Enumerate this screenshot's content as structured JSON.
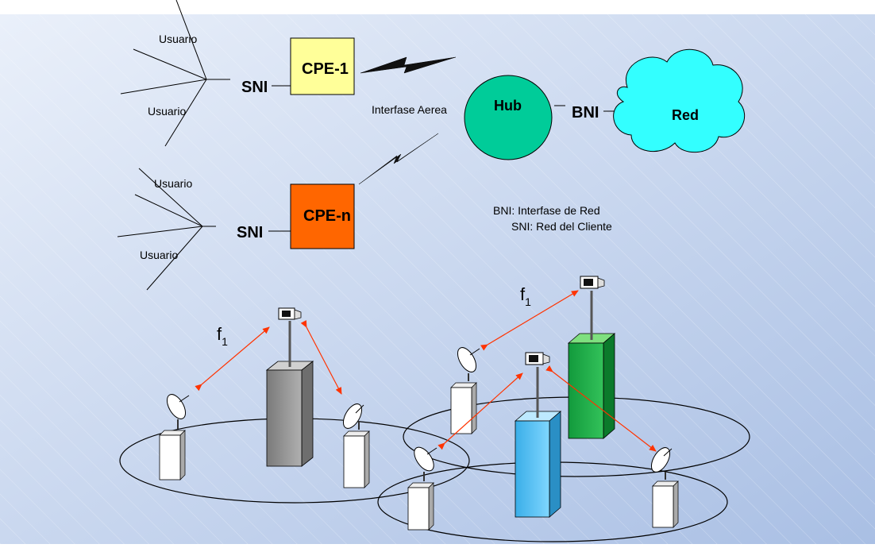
{
  "topology": {
    "user_labels": [
      "Usuario",
      "Usuario",
      "Usuario",
      "Usuario"
    ],
    "sni_label": "SNI",
    "cpe1_label": "CPE-1",
    "cpen_label": "CPE-n",
    "air_interface_label": "Interfase Aerea",
    "hub_label": "Hub",
    "bni_label": "BNI",
    "network_label": "Red"
  },
  "legend": {
    "bni_line": "BNI: Interfase de Red",
    "sni_line": "SNI: Red del Cliente"
  },
  "frequency_label": "f",
  "frequency_subscript": "1",
  "colors": {
    "cpe1": "#ffff99",
    "cpen": "#ff6600",
    "hub": "#00cc99",
    "network": "#33ccff",
    "link": "#ff3300",
    "tower_gray": "#999999",
    "tower_green": "#33bb55",
    "tower_blue": "#66ccff"
  }
}
